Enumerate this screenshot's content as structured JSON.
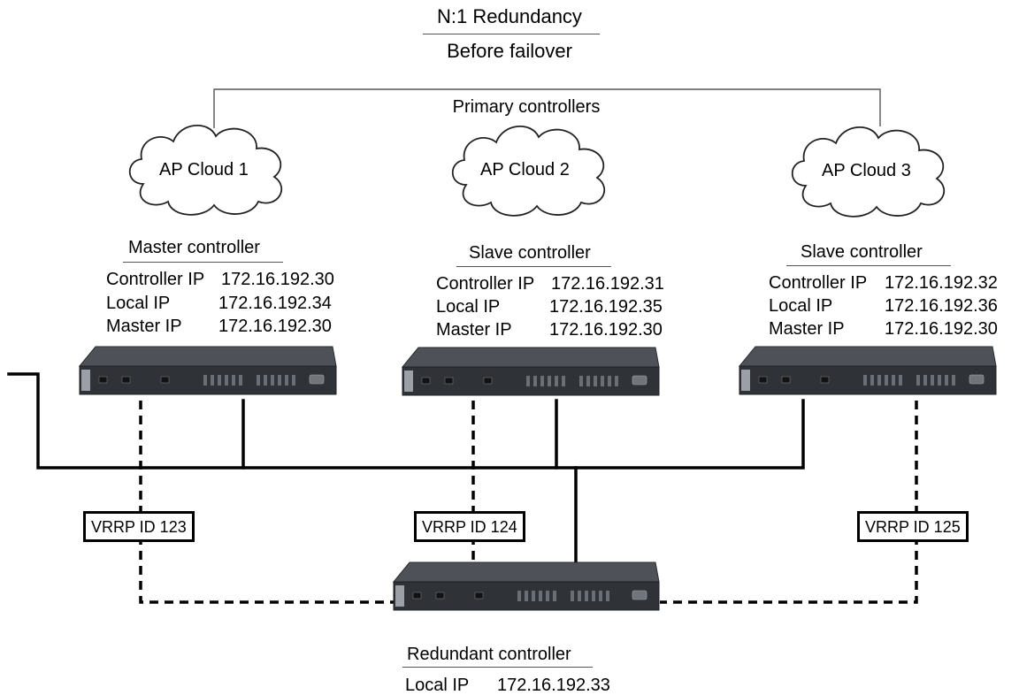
{
  "title": "N:1 Redundancy",
  "subtitle": "Before failover",
  "group_label": "Primary controllers",
  "clouds": [
    {
      "label": "AP Cloud 1"
    },
    {
      "label": "AP Cloud 2"
    },
    {
      "label": "AP Cloud 3"
    }
  ],
  "controllers": [
    {
      "title": "Master controller",
      "rows": [
        {
          "key": "Controller IP",
          "value": "172.16.192.30"
        },
        {
          "key": "Local IP",
          "value": "172.16.192.34"
        },
        {
          "key": "Master IP",
          "value": "172.16.192.30"
        }
      ]
    },
    {
      "title": "Slave controller",
      "rows": [
        {
          "key": "Controller IP",
          "value": "172.16.192.31"
        },
        {
          "key": "Local IP",
          "value": "172.16.192.35"
        },
        {
          "key": "Master IP",
          "value": "172.16.192.30"
        }
      ]
    },
    {
      "title": "Slave controller",
      "rows": [
        {
          "key": "Controller IP",
          "value": "172.16.192.32"
        },
        {
          "key": "Local IP",
          "value": "172.16.192.36"
        },
        {
          "key": "Master IP",
          "value": "172.16.192.30"
        }
      ]
    }
  ],
  "vrrp": [
    {
      "label": "VRRP ID 123"
    },
    {
      "label": "VRRP ID 124"
    },
    {
      "label": "VRRP ID 125"
    }
  ],
  "redundant": {
    "title": "Redundant controller",
    "key": "Local IP",
    "value": "172.16.192.33"
  },
  "colors": {
    "line": "#000000",
    "bracket": "#555555",
    "device_top": "#4e5258",
    "device_front": "#2f3237",
    "device_panel": "#3c4046",
    "cloud_fill": "#ffffff"
  }
}
